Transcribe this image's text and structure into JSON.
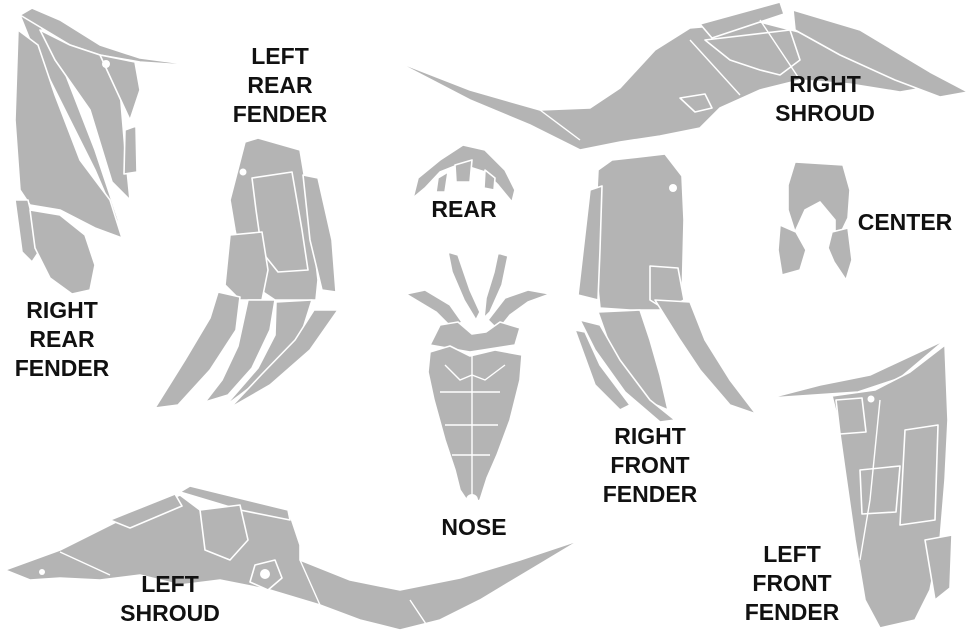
{
  "part_color": "#b4b4b4",
  "labels": {
    "left_rear_fender": [
      "LEFT",
      "REAR",
      "FENDER"
    ],
    "right_shroud": [
      "RIGHT",
      "SHROUD"
    ],
    "rear": [
      "REAR"
    ],
    "center": [
      "CENTER"
    ],
    "right_rear_fender": [
      "RIGHT",
      "REAR",
      "FENDER"
    ],
    "right_front_fender": [
      "RIGHT",
      "FRONT",
      "FENDER"
    ],
    "nose": [
      "NOSE"
    ],
    "left_shroud": [
      "LEFT",
      "SHROUD"
    ],
    "left_front_fender": [
      "LEFT",
      "FRONT",
      "FENDER"
    ]
  }
}
